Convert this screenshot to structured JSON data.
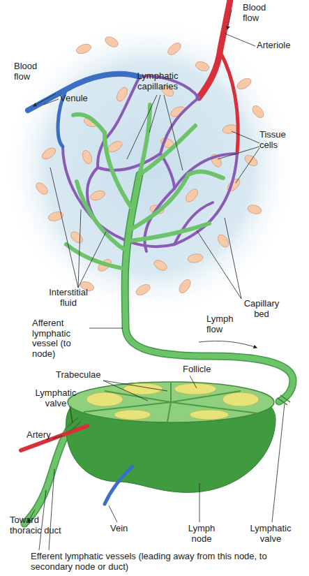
{
  "diagram": {
    "labels": [
      "Blood flow",
      "Arteriole",
      "Blood flow",
      "Venule",
      "Lymphatic capillaries",
      "Tissue cells",
      "Interstitial fluid",
      "Capillary bed",
      "Afferent lymphatic vessel (to node)",
      "Lymph flow",
      "Trabeculae",
      "Follicle",
      "Lymphatic valve",
      "Artery",
      "Toward thoracic duct",
      "Vein",
      "Lymph node",
      "Lymphatic valve",
      "Efferent lymphatic vessels (leading away from this node, to secondary node or duct)"
    ]
  }
}
